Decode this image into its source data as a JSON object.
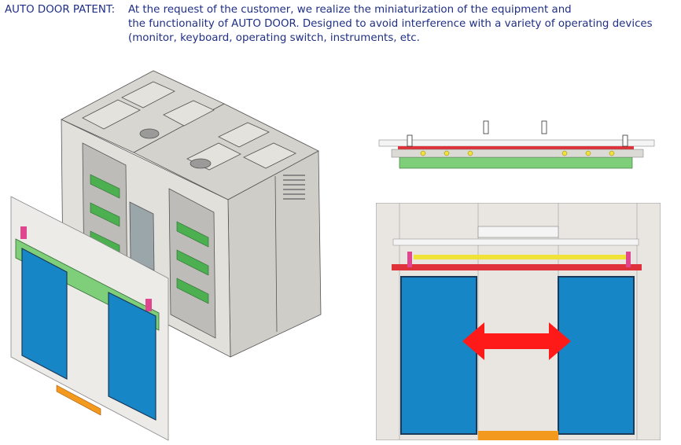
{
  "description": {
    "title": "AUTO DOOR PATENT:",
    "line1": "At the request of the customer, we realize the miniaturization of the equipment and",
    "line2": "the functionality of AUTO DOOR. Designed to avoid interference with a variety of operating devices",
    "line3": "(monitor, keyboard, operating switch, instruments, etc."
  },
  "colors": {
    "text": "#1f2f86",
    "door_panel": "#1786c6",
    "door_frame": "#2b4a6b",
    "rail_green": "#7fcf7a",
    "rail_red": "#e0323a",
    "bracket_magenta": "#e0458f",
    "roller_yellow": "#f1e23a",
    "threshold_orange": "#f39a1e",
    "arrow_red": "#ff1a1a",
    "wall_gray": "#e9e6e2",
    "cabinet_gray": "#dcdad5"
  }
}
